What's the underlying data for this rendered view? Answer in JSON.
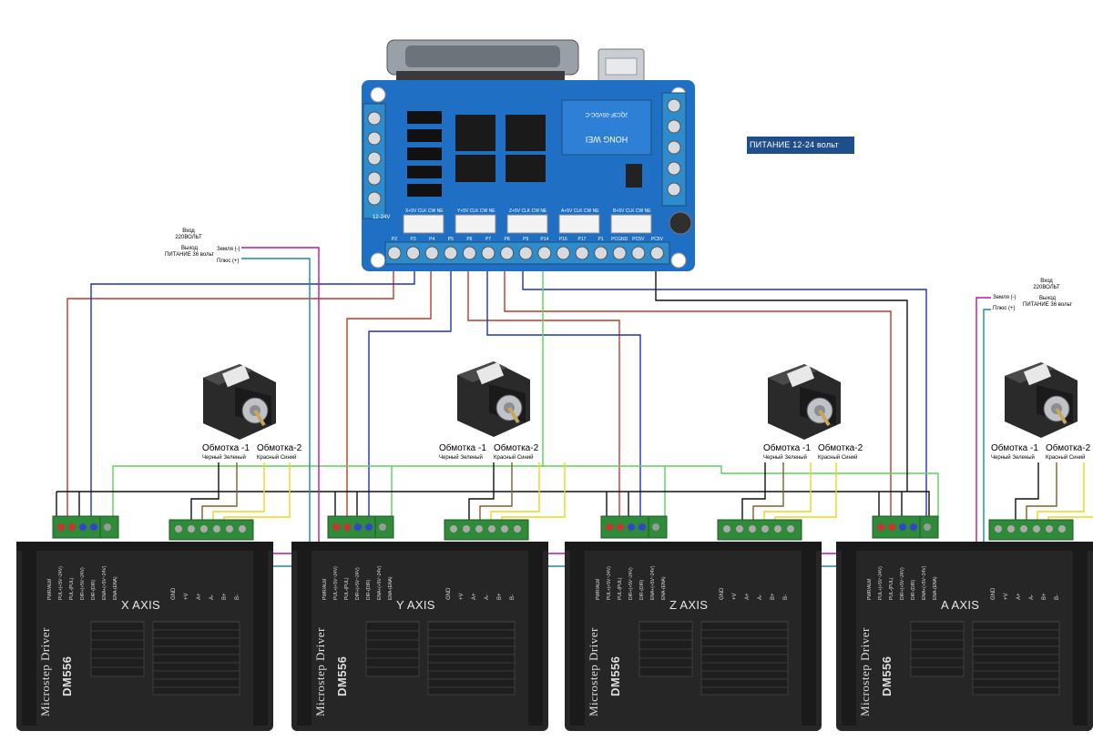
{
  "power_label": "ПИТАНИЕ 12-24 вольт",
  "left_psu": {
    "input": "Вход\n220ВОЛЬТ",
    "output": "Выход\nПИТАНИЕ 36 вольт",
    "ground": "Земля (-)",
    "plus": "Плюс (+)"
  },
  "right_psu": {
    "input": "Вход\n220ВОЛЬТ",
    "output": "Выход\nПИТАНИЕ 36 вольт",
    "ground": "Земля (-)",
    "plus": "Плюс (+)"
  },
  "board": {
    "terminal_labels": [
      "P2",
      "P3",
      "P4",
      "P5",
      "P6",
      "P7",
      "P8",
      "P9",
      "P14",
      "P16",
      "P17",
      "P1",
      "PCGND",
      "PC5V",
      "PC5V"
    ],
    "connector_labels": [
      "X+5V CLK CW NE",
      "Y+5V CLK CW NE",
      "Z+5V CLK CW NE",
      "A+5V CLK CW NE",
      "B+5V CLK CW NE"
    ],
    "relay_text": "HONG WEI",
    "relay_model": "JQC3F-05VDC-C",
    "voltage_label": "12-24V"
  },
  "motors": [
    {
      "winding1": "Обмотка -1",
      "winding2": "Обмотка-2",
      "w1_colors": "Черный Зеленый",
      "w2_colors": "Красный  Синий"
    },
    {
      "winding1": "Обмотка -1",
      "winding2": "Обмотка-2",
      "w1_colors": "Черный Зеленый",
      "w2_colors": "Красный  Синий"
    },
    {
      "winding1": "Обмотка -1",
      "winding2": "Обмотка-2",
      "w1_colors": "Черный Зеленый",
      "w2_colors": "Красный  Синий"
    },
    {
      "winding1": "Обмотка -1",
      "winding2": "Обмотка-2",
      "w1_colors": "Черный Зеленый",
      "w2_colors": "Красный  Синий"
    }
  ],
  "drivers": [
    {
      "axis": "X AXIS",
      "brand": "Microstep  Driver",
      "model": "DM556"
    },
    {
      "axis": "Y AXIS",
      "brand": "Microstep  Driver",
      "model": "DM556"
    },
    {
      "axis": "Z AXIS",
      "brand": "Microstep  Driver",
      "model": "DM556"
    },
    {
      "axis": "A AXIS",
      "brand": "Microstep  Driver",
      "model": "DM556"
    }
  ],
  "driver_pins": [
    "PWR/ALM",
    "PUL+(+5V~24V)",
    "PUL-(PUL)",
    "DIR+(+5V~24V)",
    "DIR-(DIR)",
    "ENA+(+5V~24V)",
    "ENA-(ENA)"
  ],
  "driver_power_pins": [
    "GND",
    "+V",
    "A+",
    "A-",
    "B+",
    "B-"
  ],
  "colors": {
    "board_blue": "#1f6fc4",
    "terminal_green": "#2e8b3a",
    "driver_body": "#2a2a2a",
    "wire_red": "#c0392b",
    "wire_blue": "#2233aa",
    "wire_black": "#111111",
    "wire_green": "#5ad35a",
    "wire_yellow": "#f2d21b",
    "wire_brown": "#8a5a2b",
    "wire_magenta": "#c2188f",
    "wire_teal": "#1a8aa0"
  }
}
